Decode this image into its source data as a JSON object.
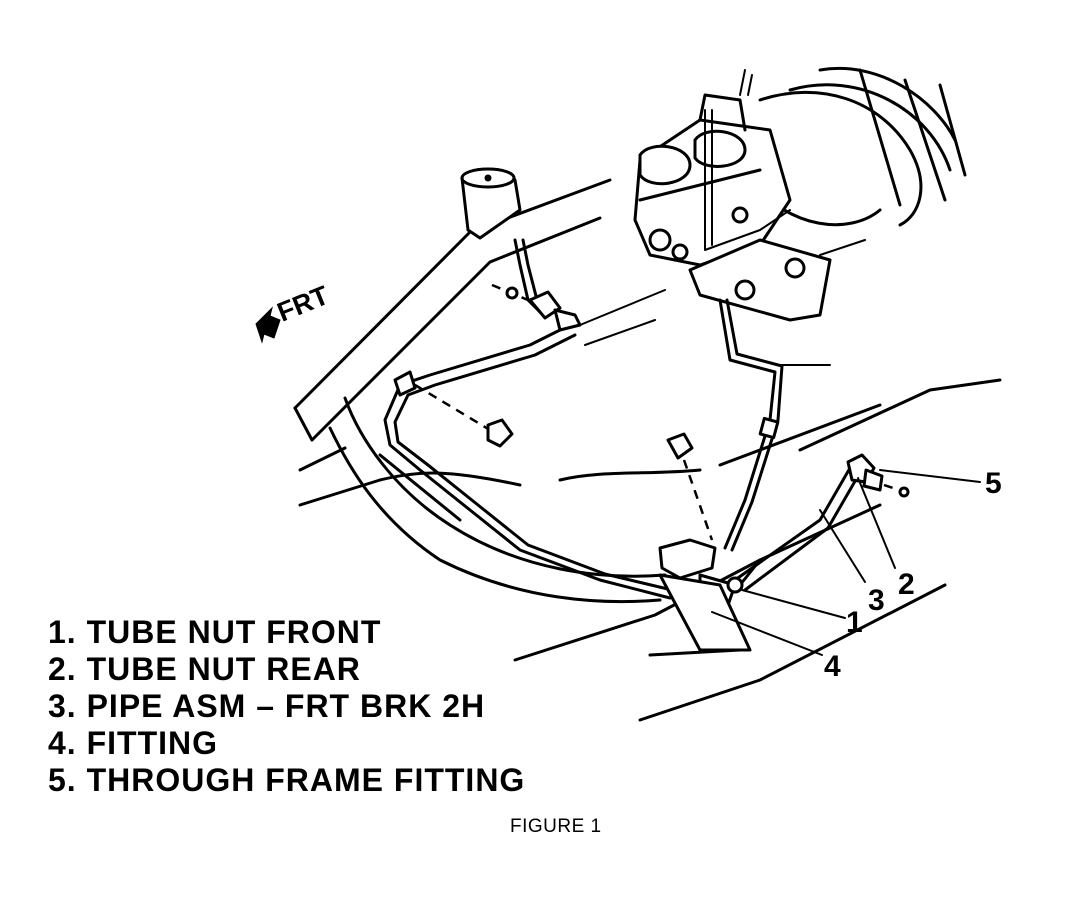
{
  "direction_label": "FRT",
  "callouts": [
    "1",
    "2",
    "3",
    "4",
    "5"
  ],
  "legend": [
    "1. TUBE NUT FRONT",
    "2. TUBE NUT REAR",
    "3. PIPE ASM – FRT BRK 2H",
    "4. FITTING",
    "5. THROUGH FRAME FITTING"
  ],
  "caption": "FIGURE 1"
}
